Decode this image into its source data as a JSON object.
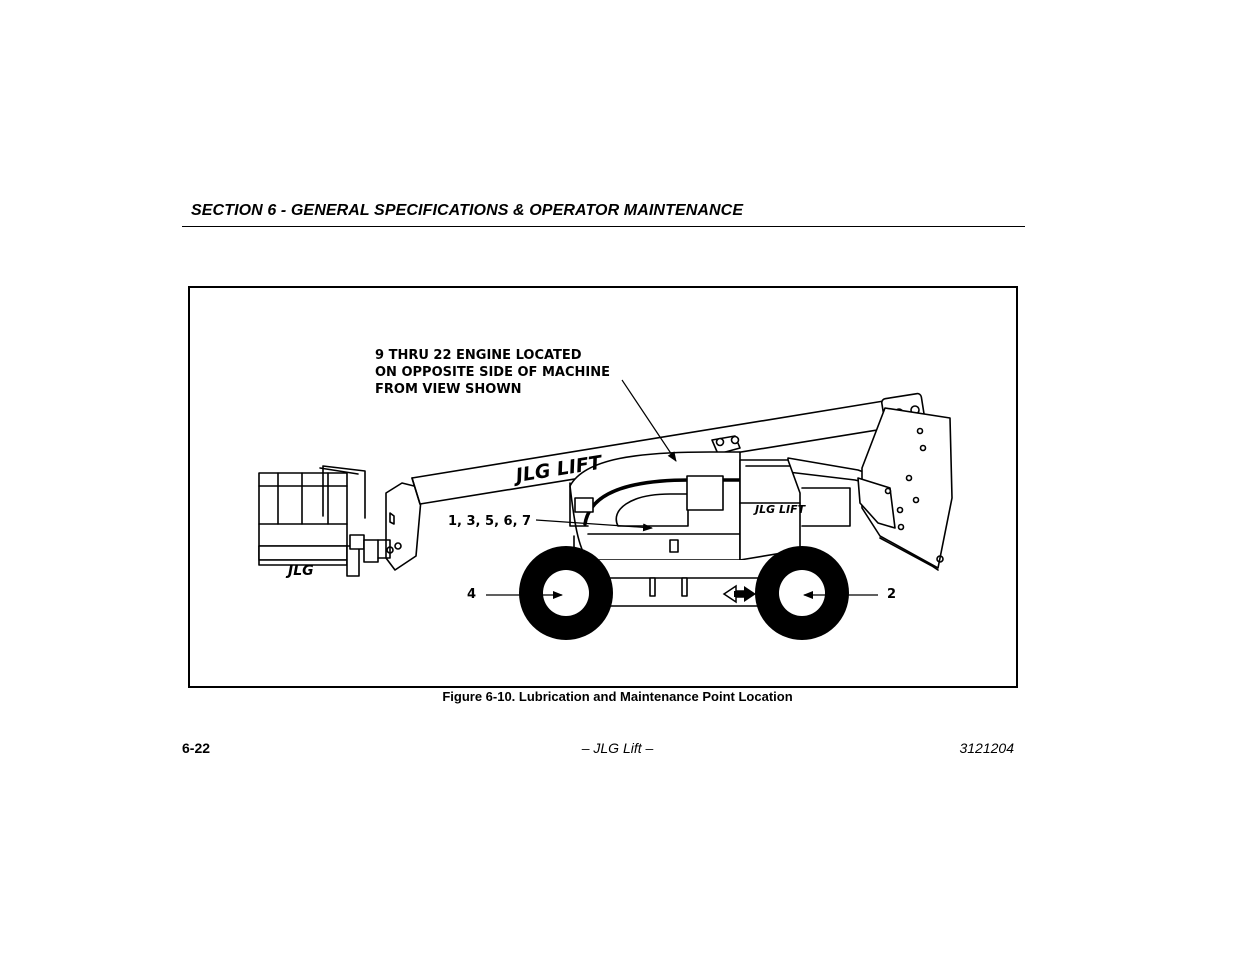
{
  "header": {
    "section_title": "SECTION 6 - GENERAL SPECIFICATIONS & OPERATOR MAINTENANCE"
  },
  "figure": {
    "callouts": {
      "engine_note": "9 THRU 22 ENGINE LOCATED\nON OPPOSITE SIDE OF MACHINE\nFROM VIEW SHOWN",
      "points_body": "1, 3, 5, 6, 7",
      "point_rear_wheel": "4",
      "point_front_wheel": "2"
    },
    "decals": {
      "boom": "JLG LIFT",
      "hood": "JLG LIFT",
      "basket": "JLG"
    },
    "caption": "Figure 6-10. Lubrication and Maintenance Point Location"
  },
  "footer": {
    "page_number": "6-22",
    "center_text": "– JLG Lift –",
    "doc_number": "3121204"
  }
}
